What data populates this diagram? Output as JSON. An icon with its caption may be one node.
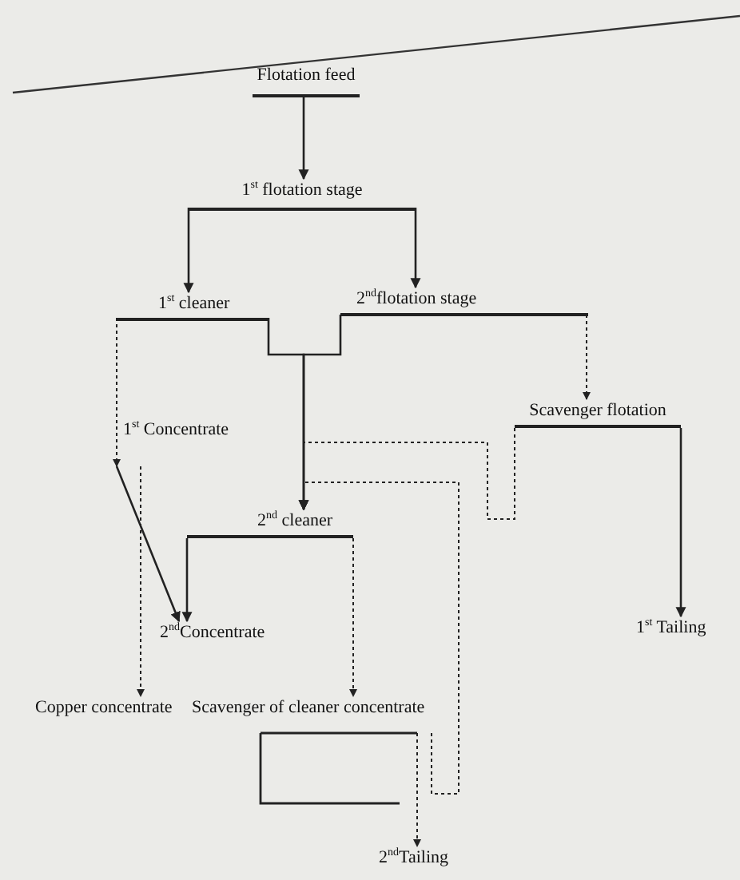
{
  "diagram": {
    "nodes": [
      {
        "text": [
          "Flotation feed"
        ]
      },
      {
        "text": [
          "1$^{st}$ flotation stage"
        ]
      },
      {
        "text": [
          "1$^{st}$ cleaner"
        ]
      },
      {
        "text": [
          "2$^{nd}$flotation stage"
        ]
      },
      {
        "text": [
          "1$^{st}$ Concentrate"
        ]
      },
      {
        "text": [
          "Scavenger flotation"
        ]
      },
      {
        "text": [
          "2$^{nd}$ cleaner"
        ]
      },
      {
        "text": [
          "2$^{nd}$Concentrate"
        ]
      },
      {
        "text": [
          "1$^{st}$ Tailing"
        ]
      },
      {
        "text": [
          "Copper concentrate"
        ]
      },
      {
        "text": [
          "Scavenger of cleaner concentrate"
        ]
      },
      {
        "text": [
          "2$^{nd}$Tailing"
        ]
      }
    ],
    "edges": [
      {
        "from": 0,
        "to": 1,
        "arrow": "to"
      },
      {
        "from": 1,
        "to": 2,
        "arrow": "to"
      },
      {
        "from": 1,
        "to": 3,
        "arrow": "to"
      },
      {
        "from": 2,
        "to": 6,
        "arrow": "to"
      },
      {
        "from": 3,
        "to": 6,
        "arrow": "to"
      },
      {
        "from": 2,
        "to": 4,
        "arrow": "to",
        "style": "dashed"
      },
      {
        "from": 3,
        "to": 5,
        "arrow": "to",
        "style": "dashed"
      },
      {
        "from": 5,
        "to": 6,
        "arrow": "to",
        "style": "dashed"
      },
      {
        "from": 5,
        "to": 8,
        "arrow": "to"
      },
      {
        "from": 4,
        "to": 7,
        "arrow": "to"
      },
      {
        "from": 6,
        "to": 7,
        "arrow": "to"
      },
      {
        "from": 6,
        "to": 10,
        "arrow": "to",
        "style": "dashed"
      },
      {
        "from": 4,
        "to": 9,
        "arrow": "to",
        "style": "dashed"
      },
      {
        "from": 10,
        "to": 6,
        "arrow": "to",
        "style": "dashed"
      },
      {
        "from": 10,
        "to": 11,
        "arrow": "to",
        "style": "dashed"
      }
    ]
  }
}
